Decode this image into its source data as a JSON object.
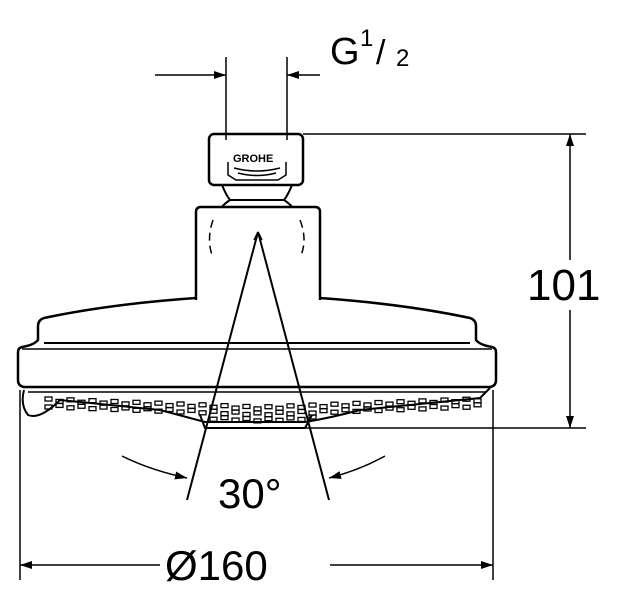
{
  "drawing": {
    "thread_label": {
      "letter": "G",
      "numerator": "1",
      "slash": "/",
      "denominator": "2"
    },
    "height_label": "101",
    "angle_label": "30°",
    "diameter_label": "Ø160",
    "brand_logo": "GROHE"
  },
  "colors": {
    "line": "#000000",
    "background": "#ffffff"
  }
}
